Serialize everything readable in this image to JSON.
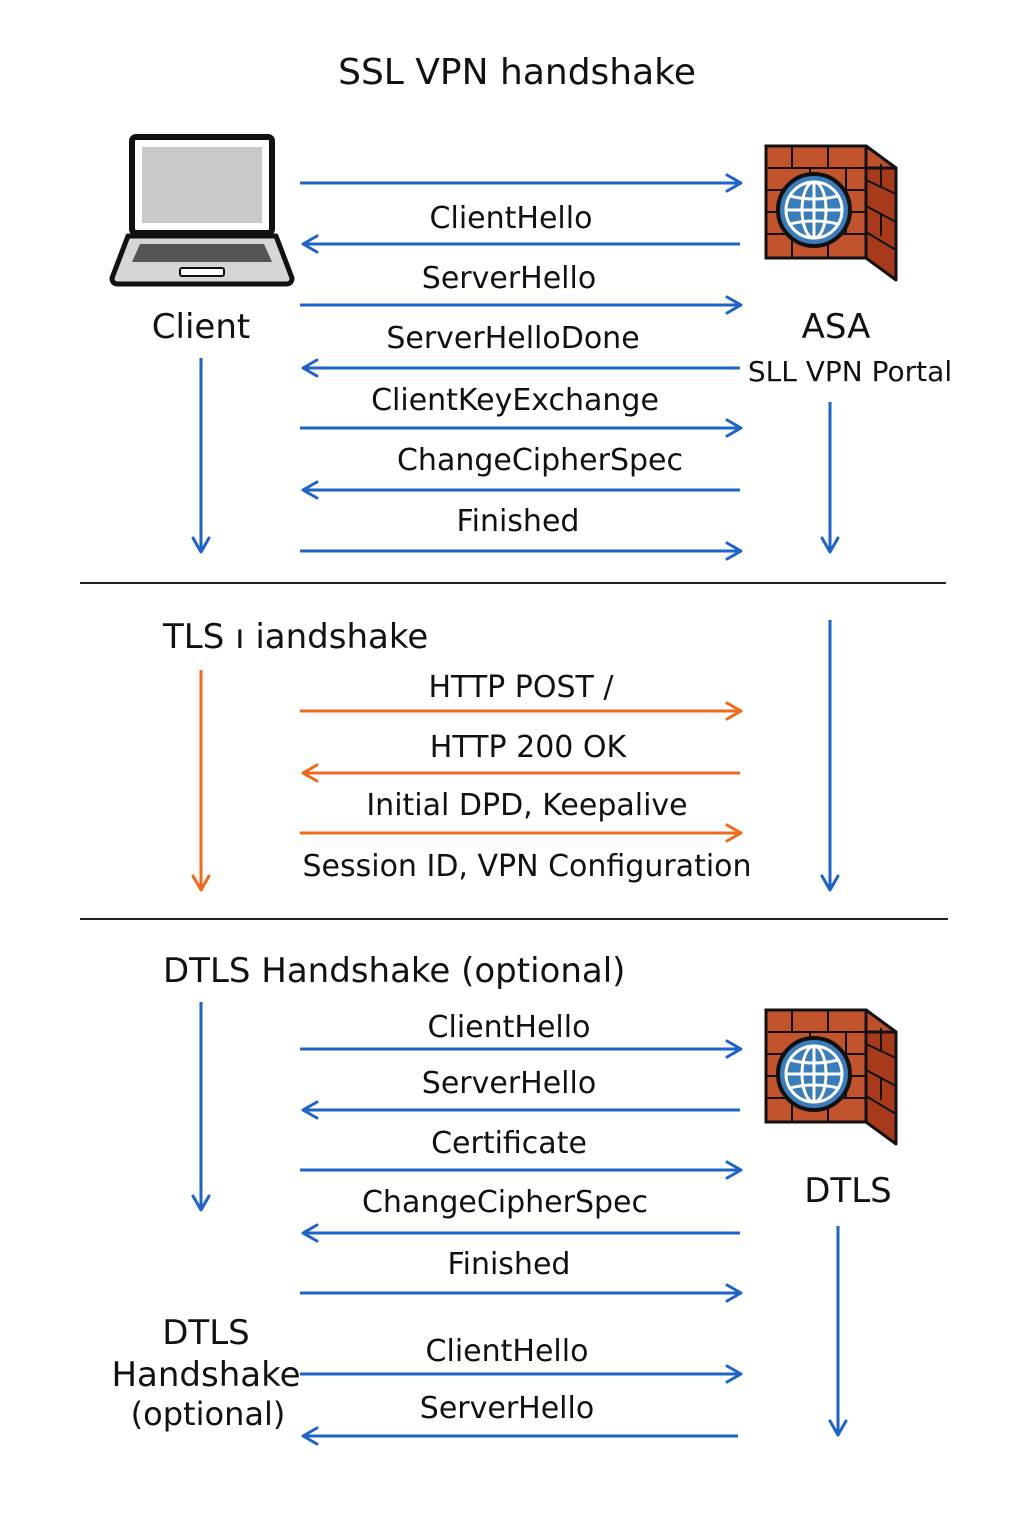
{
  "title": "SSL VPN handshake",
  "colors": {
    "ssl": "#1f63c6",
    "http": "#f06a1b",
    "text": "#111111",
    "divider": "#222222"
  },
  "entities": {
    "client_label": "Client",
    "client_icon": "laptop-icon",
    "server_label": "ASA",
    "server_sublabel": "SLL VPN Portal",
    "server_icon": "firewall-icon",
    "dtls_server_label": "DTLS"
  },
  "sections": [
    {
      "id": "ssl",
      "heading": "",
      "color": "ssl",
      "messages": [
        {
          "label": "",
          "direction": "right"
        },
        {
          "label": "ClientHello",
          "direction": "left"
        },
        {
          "label": "ServerHello",
          "direction": "right"
        },
        {
          "label": "ServerHelloDone",
          "direction": "left"
        },
        {
          "label": "ClientKeyExchange",
          "direction": "right"
        },
        {
          "label": "ChangeCipherSpec",
          "direction": "left"
        },
        {
          "label": "Finished",
          "direction": "right"
        }
      ]
    },
    {
      "id": "tls",
      "heading": "TLS ı iandshake",
      "color": "http",
      "messages": [
        {
          "label": "HTTP POST /",
          "direction": "right"
        },
        {
          "label": "HTTP 200 OK",
          "direction": "left"
        },
        {
          "label": "Initial DPD, Keepalive",
          "direction": "right"
        },
        {
          "label": "Session ID, VPN Configuration",
          "direction": "none"
        }
      ]
    },
    {
      "id": "dtls",
      "heading": "DTLS Handshake (optional)",
      "color": "ssl",
      "messages": [
        {
          "label": "ClientHello",
          "direction": "right"
        },
        {
          "label": "ServerHello",
          "direction": "left"
        },
        {
          "label": "Certificate",
          "direction": "right"
        },
        {
          "label": "ChangeCipherSpec",
          "direction": "left"
        },
        {
          "label": "Finished",
          "direction": "right"
        }
      ]
    },
    {
      "id": "dtls2",
      "heading_lines": [
        "DTLS",
        "Handshake",
        "(optional)"
      ],
      "color": "ssl",
      "messages": [
        {
          "label": "ClientHello",
          "direction": "right"
        },
        {
          "label": "ServerHello",
          "direction": "left"
        }
      ]
    }
  ]
}
